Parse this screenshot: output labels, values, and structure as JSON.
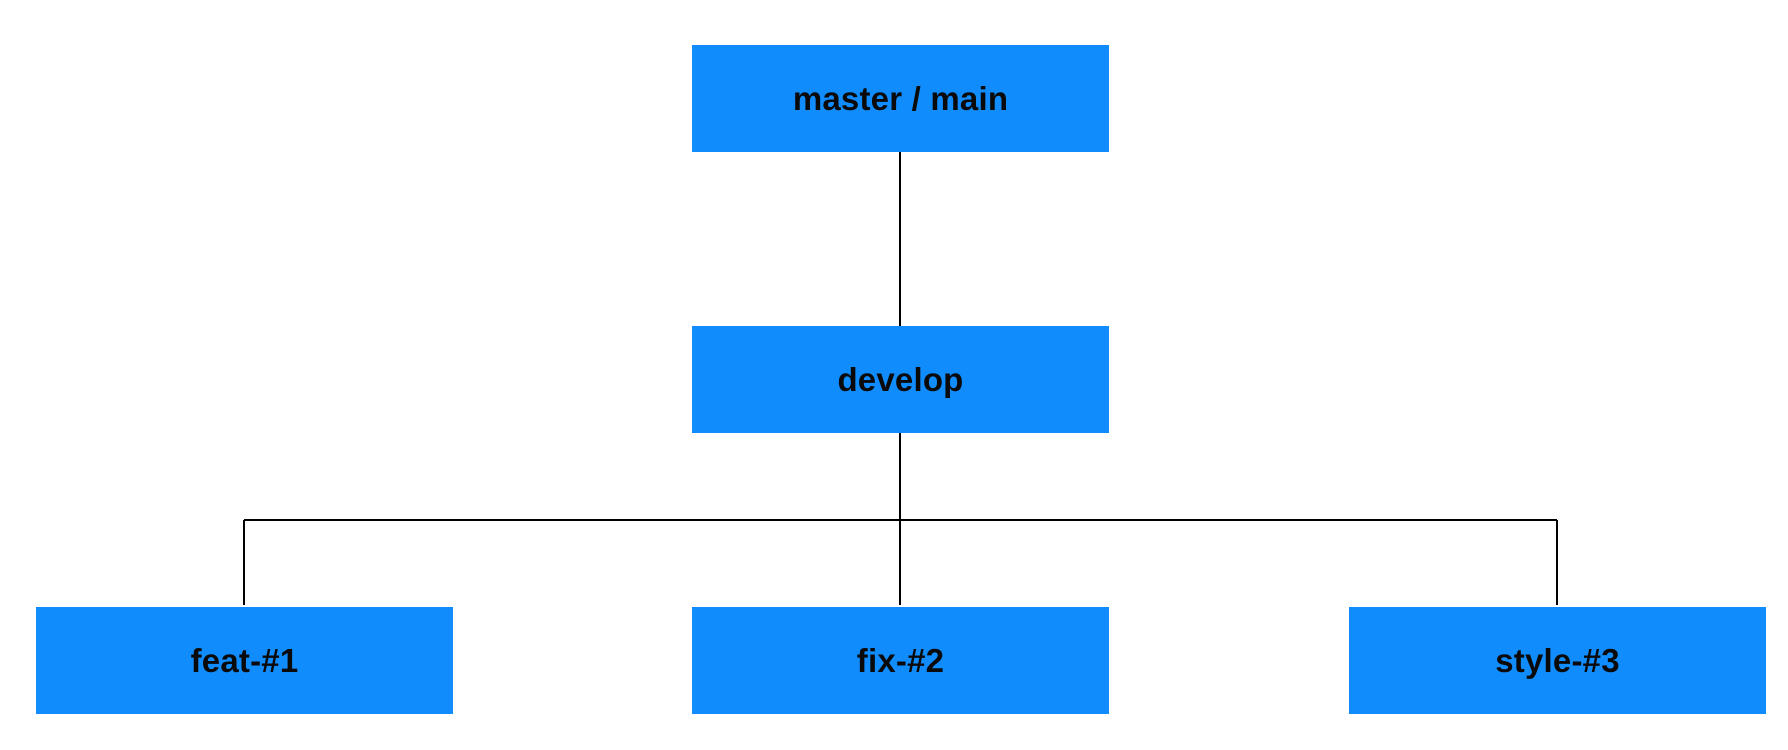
{
  "diagram": {
    "node_color": "#118cfd",
    "line_color": "#000000",
    "nodes": {
      "master": {
        "label": "master / main"
      },
      "develop": {
        "label": "develop"
      },
      "feat": {
        "label": "feat-#1"
      },
      "fix": {
        "label": "fix-#2"
      },
      "style": {
        "label": "style-#3"
      }
    },
    "edges": [
      {
        "from": "master",
        "to": "develop"
      },
      {
        "from": "develop",
        "to": "feat"
      },
      {
        "from": "develop",
        "to": "fix"
      },
      {
        "from": "develop",
        "to": "style"
      }
    ]
  }
}
